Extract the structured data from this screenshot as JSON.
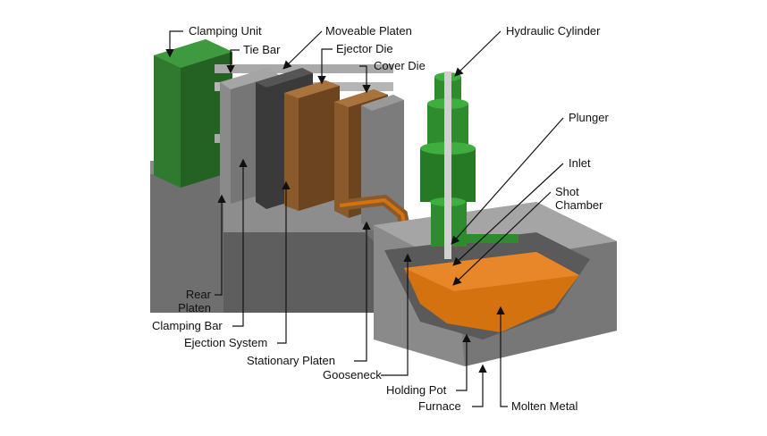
{
  "labels": {
    "clamping_unit": "Clamping Unit",
    "tie_bar": "Tie Bar",
    "moveable_platen": "Moveable Platen",
    "ejector_die": "Ejector Die",
    "cover_die": "Cover Die",
    "hydraulic_cylinder": "Hydraulic Cylinder",
    "plunger": "Plunger",
    "inlet": "Inlet",
    "shot_chamber_line1": "Shot",
    "shot_chamber_line2": "Chamber",
    "rear_platen_line1": "Rear",
    "rear_platen_line2": "Platen",
    "clamping_bar": "Clamping Bar",
    "ejection_system": "Ejection System",
    "stationary_platen": "Stationary Platen",
    "gooseneck": "Gooseneck",
    "holding_pot": "Holding Pot",
    "furnace": "Furnace",
    "molten_metal": "Molten Metal"
  },
  "colors": {
    "clamping_unit": "#2f7a2f",
    "platen_gray": "#8c8c8c",
    "base_gray": "#777777",
    "die_brown": "#8b5a2b",
    "cylinder_green": "#2e8b2e",
    "molten_orange": "#d4720f",
    "furnace_gray": "#9a9a9a"
  }
}
